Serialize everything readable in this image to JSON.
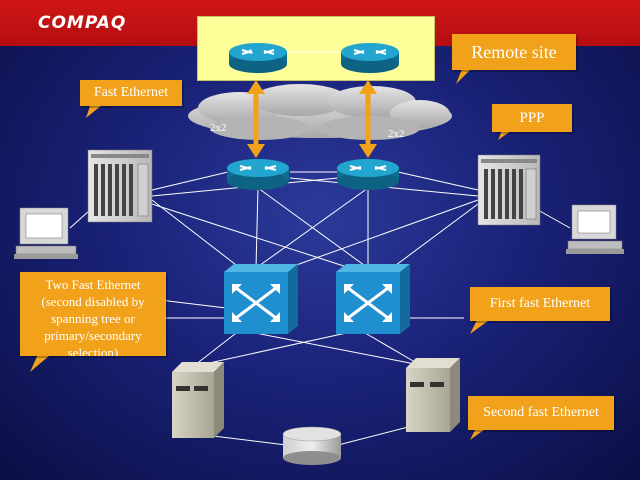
{
  "slide": {
    "logo": "COMPAQ",
    "callouts": {
      "remote_site": "Remote site",
      "fast_ethernet": "Fast Ethernet",
      "ppp": "PPP",
      "two_fast_ethernet": "Two Fast Ethernet (second disabled by spanning tree or primary/secondary selection)",
      "first_fast_ethernet": "First fast Ethernet",
      "second_fast_ethernet": "Second fast Ethernet"
    },
    "link_labels": {
      "left": "2x2",
      "right": "2x2"
    },
    "colors": {
      "header_red": "#c8121a",
      "callout_orange": "#f2a21a",
      "remote_box_yellow": "#ffff99",
      "router_blue": "#1a8fb5",
      "switch_blue": "#1f8fcf",
      "background_navy": "#1a2278"
    }
  }
}
